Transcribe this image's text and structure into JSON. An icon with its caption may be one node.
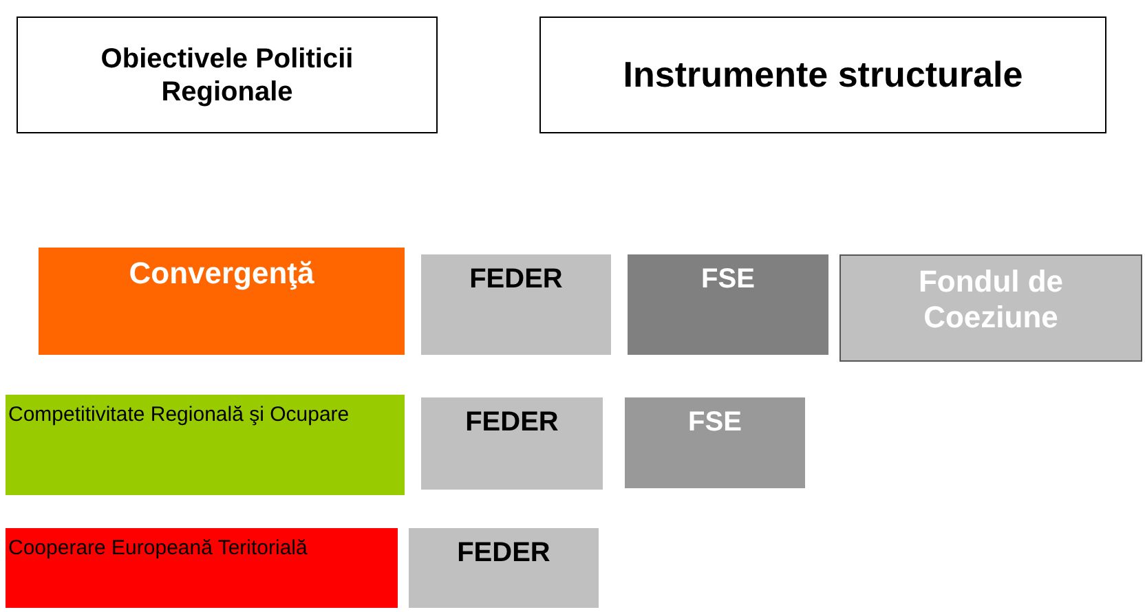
{
  "diagram": {
    "nodes": [
      {
        "text": [
          "Obiectivele Politicii Regionale"
        ]
      },
      {
        "text": [
          "Instrumente structurale"
        ]
      },
      {
        "text": [
          "Convergenţă"
        ]
      },
      {
        "text": [
          "FEDER"
        ]
      },
      {
        "text": [
          "FSE"
        ]
      },
      {
        "text": [
          "Fondul de Coeziune"
        ]
      },
      {
        "text": [
          "Competitivitate Regională şi Ocupare"
        ]
      },
      {
        "text": [
          "FEDER"
        ]
      },
      {
        "text": [
          "FSE"
        ]
      },
      {
        "text": [
          "Cooperare Europeană Teritorială"
        ]
      },
      {
        "text": [
          "FEDER"
        ]
      }
    ]
  }
}
